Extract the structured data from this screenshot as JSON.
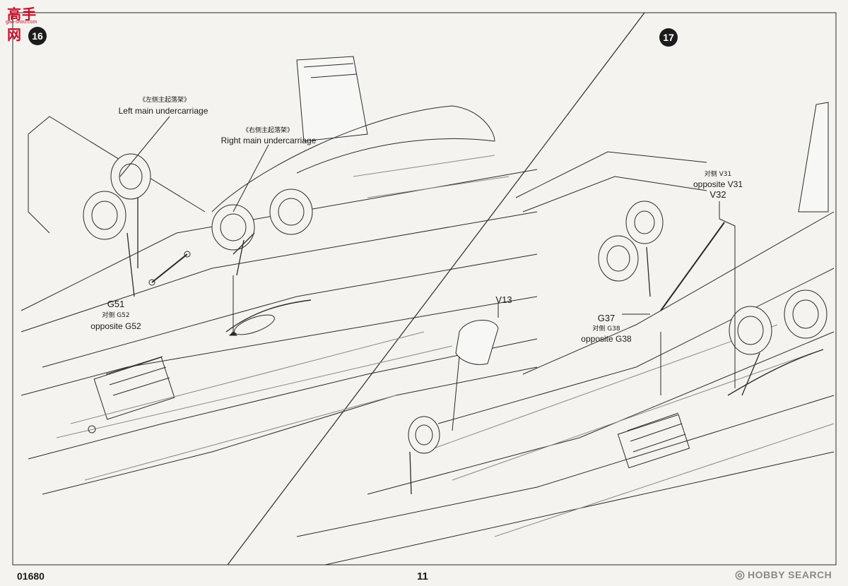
{
  "watermark": {
    "brand": "高手网",
    "sub": "gao-shou.com"
  },
  "steps": [
    {
      "number": "16"
    },
    {
      "number": "17"
    }
  ],
  "step16": {
    "left_main_cn": "《左侧主起落架》",
    "left_main_en": "Left main undercarriage",
    "right_main_cn": "《右侧主起落架》",
    "right_main_en": "Right main undercarriage",
    "part_g51": "G51",
    "opposite_cn": "对侧 G52",
    "opposite_en": "opposite G52"
  },
  "step17": {
    "v31_cn": "对侧 V31",
    "v31_en": "opposite V31",
    "part_v32": "V32",
    "part_v13": "V13",
    "part_g37": "G37",
    "g38_cn": "对侧 G38",
    "g38_en": "opposite G38"
  },
  "footer": {
    "kit_code": "01680",
    "page_number": "11",
    "hobby_search": "HOBBY SEARCH"
  },
  "colors": {
    "line": "#2a2a2a",
    "watermark": "#c8102e",
    "paper": "#f4f3ef"
  }
}
